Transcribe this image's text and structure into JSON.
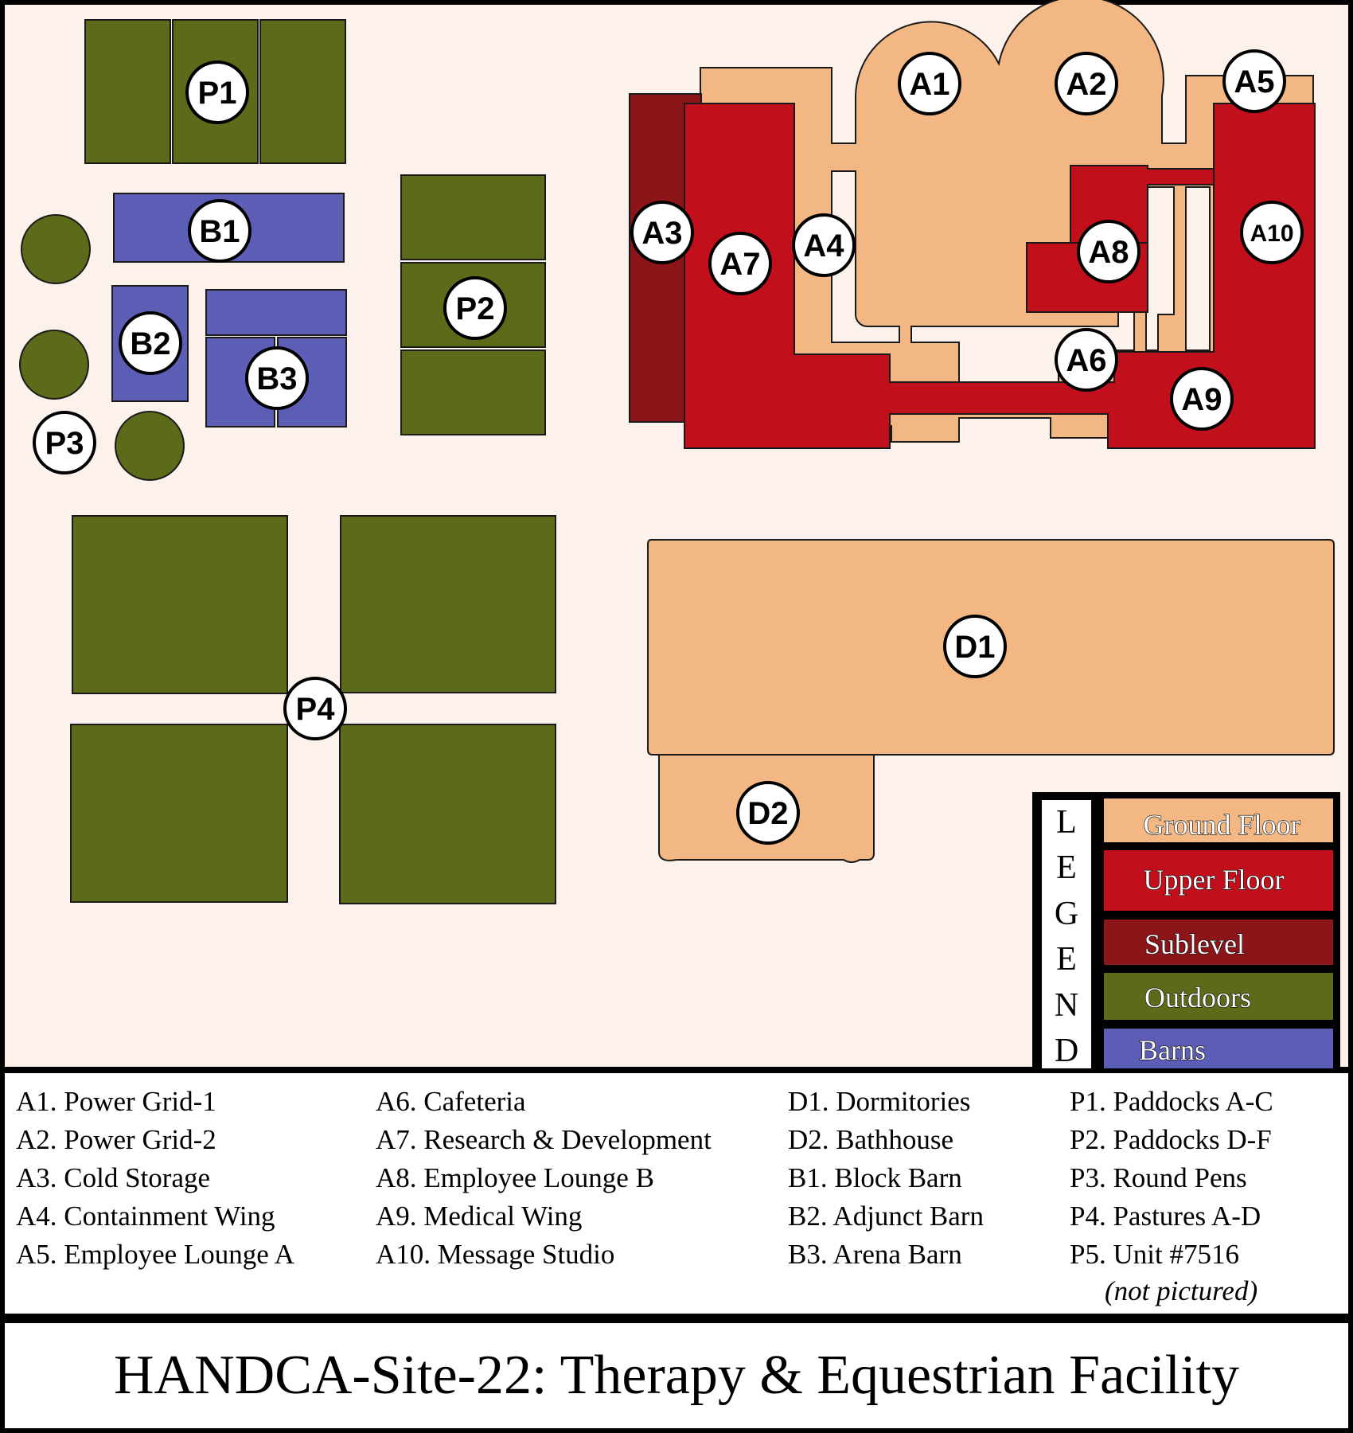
{
  "title": "HANDCA-Site-22: Therapy & Equestrian Facility",
  "colors": {
    "ground_floor": "#f2b782",
    "upper_floor": "#c10f1c",
    "sublevel": "#8c151a",
    "outdoors": "#5b6b1a",
    "barns": "#5c5db5",
    "background": "#fcf2eb"
  },
  "markers": {
    "P1": "P1",
    "P2": "P2",
    "P3": "P3",
    "P4": "P4",
    "B1": "B1",
    "B2": "B2",
    "B3": "B3",
    "A1": "A1",
    "A2": "A2",
    "A3": "A3",
    "A4": "A4",
    "A5": "A5",
    "A6": "A6",
    "A7": "A7",
    "A8": "A8",
    "A9": "A9",
    "A10": "A10",
    "D1": "D1",
    "D2": "D2"
  },
  "legend": {
    "letters": [
      "L",
      "E",
      "G",
      "E",
      "N",
      "D"
    ],
    "items": [
      "Ground Floor",
      "Upper Floor",
      "Sublevel",
      "Outdoors",
      "Barns"
    ]
  },
  "key": {
    "col1": [
      "A1. Power Grid-1",
      "A2. Power Grid-2",
      "A3. Cold Storage",
      "A4. Containment Wing",
      "A5. Employee Lounge A"
    ],
    "col2": [
      "A6. Cafeteria",
      "A7. Research & Development",
      "A8. Employee Lounge B",
      "A9. Medical Wing",
      "A10. Message Studio"
    ],
    "col3": [
      "D1. Dormitories",
      "D2. Bathhouse",
      "B1. Block Barn",
      "B2. Adjunct Barn",
      "B3. Arena Barn"
    ],
    "col4": [
      "P1. Paddocks A-C",
      "P2. Paddocks D-F",
      "P3. Round Pens",
      "P4. Pastures A-D",
      "P5. Unit #7516"
    ],
    "note": "(not pictured)"
  }
}
